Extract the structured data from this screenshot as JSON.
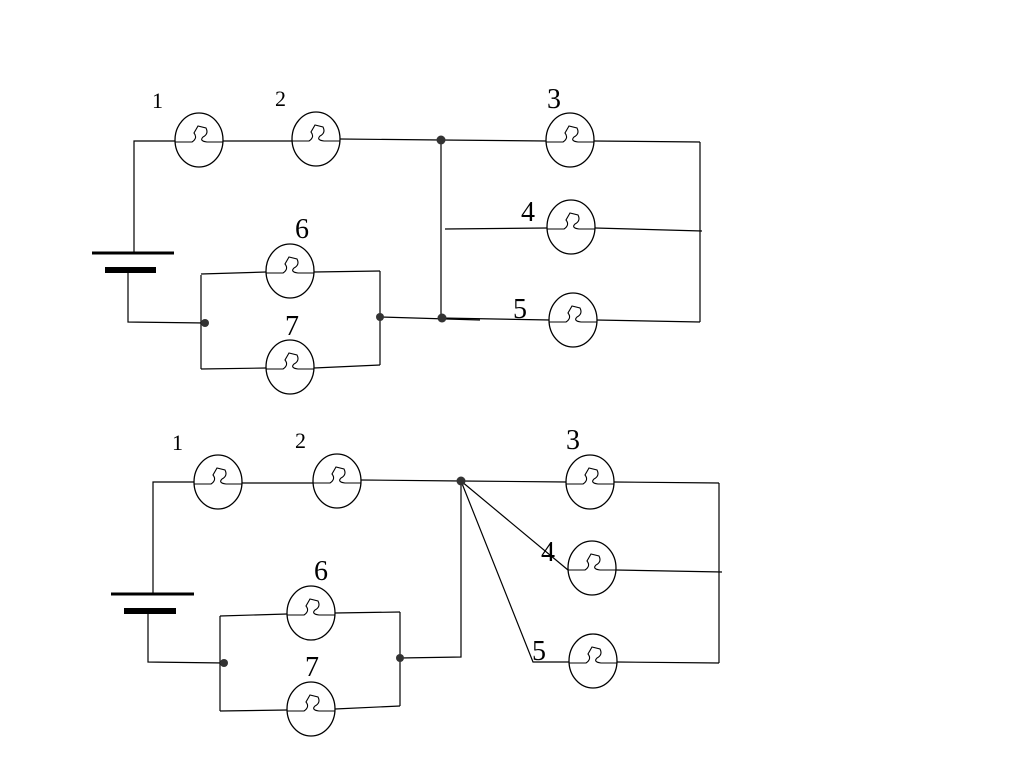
{
  "diagram": {
    "circuit_top": {
      "labels": {
        "b1": "1",
        "b2": "2",
        "b3": "3",
        "b4": "4",
        "b5": "5",
        "b6": "6",
        "b7": "7"
      }
    },
    "circuit_bottom": {
      "labels": {
        "b1": "1",
        "b2": "2",
        "b3": "3",
        "b4": "4",
        "b5": "5",
        "b6": "6",
        "b7": "7"
      }
    },
    "colors": {
      "wire": "#000000",
      "junction": "#333333",
      "background": "#ffffff"
    },
    "icons": {
      "bulb": "lamp-icon",
      "battery": "battery-icon"
    }
  }
}
